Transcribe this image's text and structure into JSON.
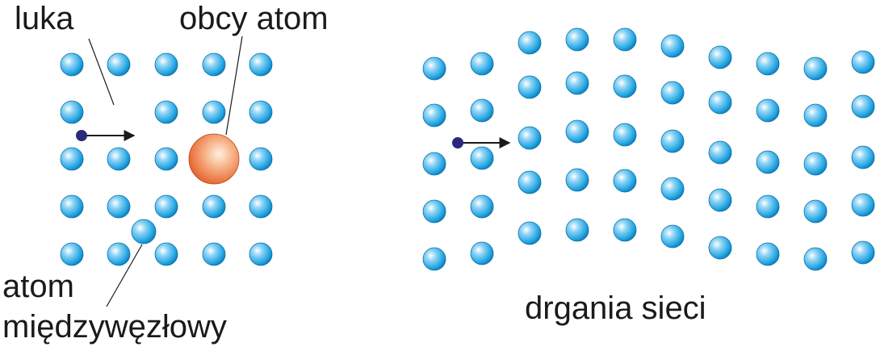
{
  "labels": {
    "vacancy": "luka",
    "foreign_atom": "obcy atom",
    "interstitial_line1": "atom",
    "interstitial_line2": "międzywęzłowy",
    "lattice_vibrations": "drgania sieci"
  },
  "colors": {
    "lattice_atom": "#1fa3e0",
    "foreign_atom": "#f08040",
    "electron": "#2a2a7a",
    "arrow": "#1a1a1a",
    "text": "#1a1a1a"
  },
  "defect_lattice": {
    "rows": 5,
    "cols": 5,
    "vacancy": [
      1,
      1
    ],
    "foreign_atom": [
      2,
      3
    ],
    "interstitial": true
  },
  "vibrating_lattice": {
    "rows": 5,
    "cols": 10
  }
}
